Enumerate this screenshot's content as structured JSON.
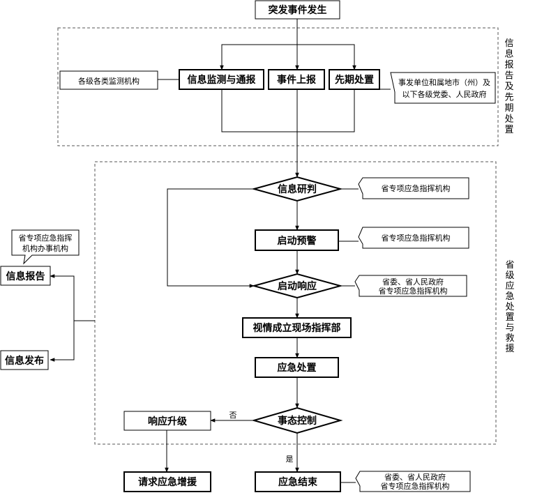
{
  "nodes": {
    "start": "突发事件发生",
    "monitor": "信息监测与通报",
    "report": "事件上报",
    "initial": "先期处置",
    "judge": "信息研判",
    "warning": "启动预警",
    "response": "启动响应",
    "command": "视情成立现场指挥部",
    "handling": "应急处置",
    "control": "事态控制",
    "upgrade": "响应升级",
    "reinforce": "请求应急增援",
    "end": "应急结束",
    "info_report": "信息报告",
    "info_publish": "信息发布"
  },
  "notes": {
    "monitor_orgs": "各级各类监测机构",
    "initial_line1": "事发单位和属地市（州）及",
    "initial_line2": "以下各级党委、人民政府",
    "judge_org": "省专项应急指挥机构",
    "warning_org": "省专项应急指挥机构",
    "response_line1": "省委、省人民政府",
    "response_line2": "省专项应急指挥机构",
    "office_line1": "省专项应急指挥",
    "office_line2": "机构办事机构",
    "end_line1": "省委、省人民政府",
    "end_line2": "省专项应急指挥机构"
  },
  "edge_labels": {
    "no": "否",
    "yes": "是"
  },
  "sections": {
    "top": "信息报告及先期处置",
    "bottom": "省级应急处置与救援"
  }
}
